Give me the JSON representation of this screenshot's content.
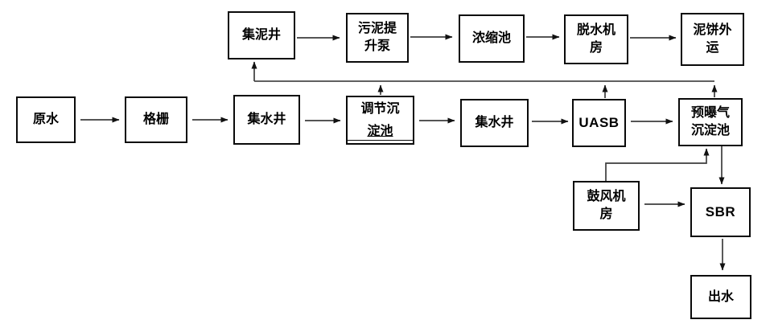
{
  "diagram": {
    "type": "process-flowchart",
    "background": "#ffffff",
    "colors": {
      "box_border": "#0a0a0a",
      "text": "#000000",
      "line": "#3d3d3d",
      "arrowhead": "#111111"
    },
    "nodes": {
      "raw_water": {
        "label": "原水"
      },
      "bar_screen": {
        "label": "格栅"
      },
      "collect_well_1": {
        "label": "集水井"
      },
      "reg_sed_tank": {
        "line1": "调节沉",
        "line2": "淀池"
      },
      "collect_well_2": {
        "label": "集水井"
      },
      "uasb": {
        "label": "UASB"
      },
      "pre_aeration_tank": {
        "label": "预曝气\n沉淀池"
      },
      "sludge_well": {
        "label": "集泥井"
      },
      "sludge_pump": {
        "label": "污泥提\n升泵"
      },
      "thickening_tank": {
        "label": "浓缩池"
      },
      "dewatering_room": {
        "label": "脱水机\n房"
      },
      "sludge_cake_out": {
        "label": "泥饼外\n运"
      },
      "blower_room": {
        "label": "鼓风机\n房"
      },
      "sbr": {
        "label": "SBR"
      },
      "effluent": {
        "label": "出水"
      }
    },
    "edges": [
      {
        "from": "raw_water",
        "to": "bar_screen",
        "kind": "flow"
      },
      {
        "from": "bar_screen",
        "to": "collect_well_1",
        "kind": "flow"
      },
      {
        "from": "collect_well_1",
        "to": "reg_sed_tank",
        "kind": "flow"
      },
      {
        "from": "reg_sed_tank",
        "to": "collect_well_2",
        "kind": "flow"
      },
      {
        "from": "collect_well_2",
        "to": "uasb",
        "kind": "flow"
      },
      {
        "from": "uasb",
        "to": "pre_aeration_tank",
        "kind": "flow"
      },
      {
        "from": "pre_aeration_tank",
        "to": "sbr",
        "kind": "flow"
      },
      {
        "from": "sbr",
        "to": "effluent",
        "kind": "flow"
      },
      {
        "from": "sludge_well",
        "to": "sludge_pump",
        "kind": "sludge"
      },
      {
        "from": "sludge_pump",
        "to": "thickening_tank",
        "kind": "sludge"
      },
      {
        "from": "thickening_tank",
        "to": "dewatering_room",
        "kind": "sludge"
      },
      {
        "from": "dewatering_room",
        "to": "sludge_cake_out",
        "kind": "sludge"
      },
      {
        "from": "reg_sed_tank",
        "to": "sludge_well",
        "kind": "sludge"
      },
      {
        "from": "uasb",
        "to": "sludge_well",
        "kind": "sludge"
      },
      {
        "from": "pre_aeration_tank",
        "to": "sludge_well",
        "kind": "sludge"
      },
      {
        "from": "blower_room",
        "to": "pre_aeration_tank",
        "kind": "air"
      },
      {
        "from": "blower_room",
        "to": "sbr",
        "kind": "air"
      }
    ]
  }
}
